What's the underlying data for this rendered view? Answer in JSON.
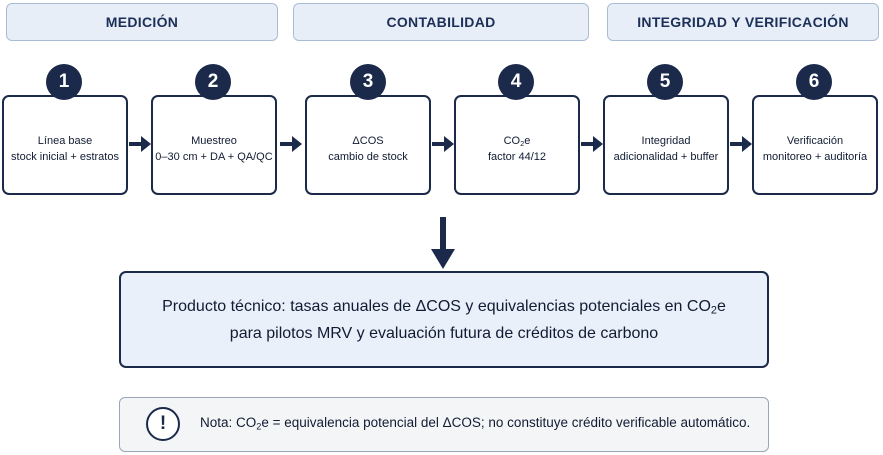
{
  "phases": [
    {
      "label": "MEDICIÓN"
    },
    {
      "label": "CONTABILIDAD"
    },
    {
      "label": "INTEGRIDAD Y VERIFICACIÓN"
    }
  ],
  "steps": [
    {
      "number": "1",
      "title": "Línea base",
      "subtitle": "stock inicial + estratos"
    },
    {
      "number": "2",
      "title": "Muestreo",
      "subtitle": "0–30 cm + DA + QA/QC"
    },
    {
      "number": "3",
      "title": "ΔCOS",
      "subtitle": "cambio de stock"
    },
    {
      "number": "4",
      "title_main": "CO",
      "title_sub": "2",
      "title_tail": "e",
      "subtitle": "factor 44/12"
    },
    {
      "number": "5",
      "title": "Integridad",
      "subtitle": "adicionalidad + buffer"
    },
    {
      "number": "6",
      "title": "Verificación",
      "subtitle": "monitoreo + auditoría"
    }
  ],
  "product": {
    "line1_pre": "Producto técnico: tasas anuales de ΔCOS y equivalencias potenciales en CO",
    "line1_sub": "2",
    "line1_post": "e",
    "line2": "para pilotos MRV y evaluación futura de créditos de carbono"
  },
  "note": {
    "icon_glyph": "!",
    "text_pre": "Nota: CO",
    "text_sub": "2",
    "text_post": "e = equivalencia potencial del ΔCOS; no constituye crédito verificable automático."
  },
  "colors": {
    "navy": "#1b2a4a",
    "phase_bg": "#e7eef8",
    "product_bg": "#e9f0f9"
  }
}
